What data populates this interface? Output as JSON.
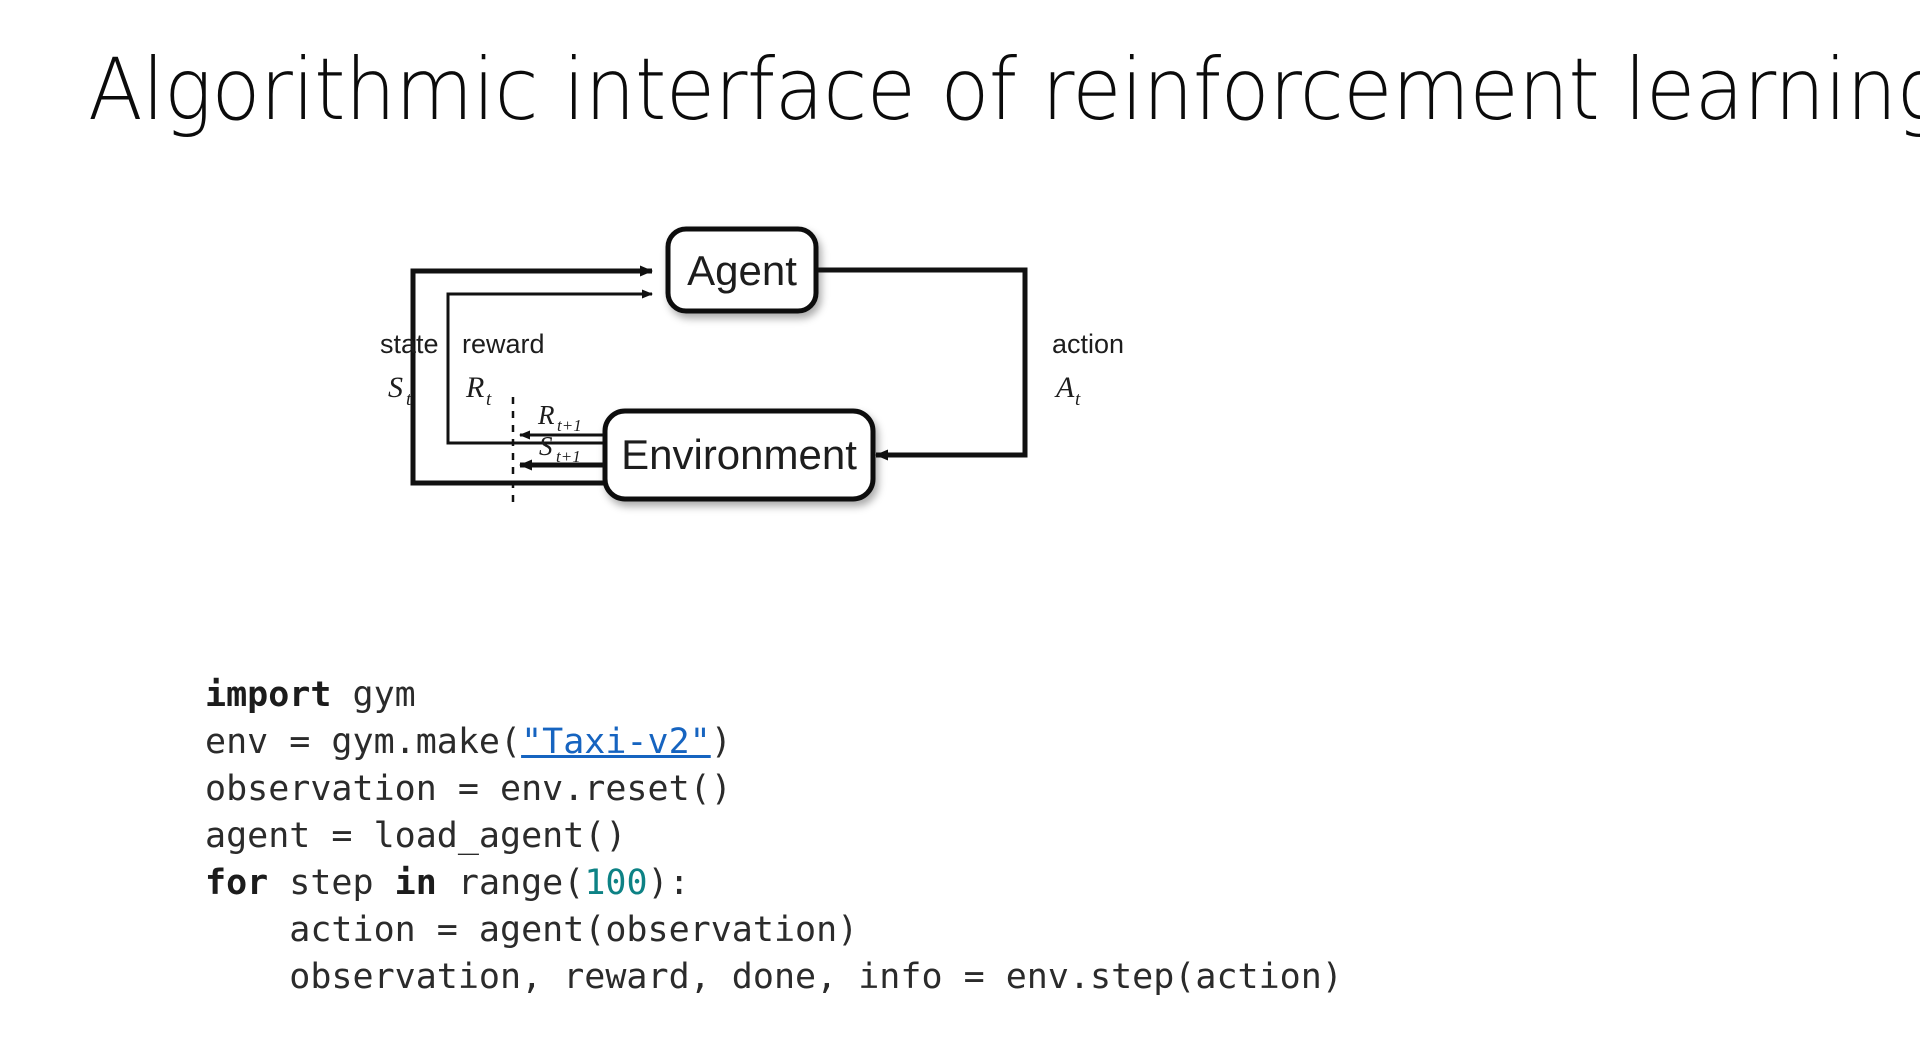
{
  "slide": {
    "title": "Algorithmic interface of reinforcement learning",
    "background_color": "#ffffff",
    "text_color": "#0b0b0b"
  },
  "diagram": {
    "name": "agent-environment-interaction-loop",
    "nodes": [
      {
        "id": "agent",
        "label": "Agent"
      },
      {
        "id": "environment",
        "label": "Environment"
      }
    ],
    "edge_labels": [
      {
        "id": "state",
        "text": "state",
        "symbol": "S",
        "subscript": "t"
      },
      {
        "id": "reward",
        "text": "reward",
        "symbol": "R",
        "subscript": "t"
      },
      {
        "id": "action",
        "text": "action",
        "symbol": "A",
        "subscript": "t"
      },
      {
        "id": "reward-next",
        "text": "",
        "symbol": "R",
        "subscript": "t+1"
      },
      {
        "id": "state-next",
        "text": "",
        "symbol": "S",
        "subscript": "t+1"
      }
    ],
    "stroke_color": "#111111",
    "box_fill": "#ffffff"
  },
  "code": {
    "language": "python",
    "keyword_color": "#1c1c1c",
    "number_color": "#0d8285",
    "link_color": "#1664c0",
    "lines": [
      {
        "indent": 0,
        "tokens": [
          {
            "text": "import",
            "style": "keyword"
          },
          {
            "text": " gym",
            "style": "plain"
          }
        ]
      },
      {
        "indent": 0,
        "tokens": [
          {
            "text": "env = gym.make(",
            "style": "plain"
          },
          {
            "text": "\"Taxi-v2\"",
            "style": "link"
          },
          {
            "text": ")",
            "style": "plain"
          }
        ]
      },
      {
        "indent": 0,
        "tokens": [
          {
            "text": "observation = env.reset()",
            "style": "plain"
          }
        ]
      },
      {
        "indent": 0,
        "tokens": [
          {
            "text": "agent = load_agent()",
            "style": "plain"
          }
        ]
      },
      {
        "indent": 0,
        "tokens": [
          {
            "text": "for",
            "style": "keyword"
          },
          {
            "text": " step ",
            "style": "plain"
          },
          {
            "text": "in",
            "style": "keyword"
          },
          {
            "text": " range(",
            "style": "plain"
          },
          {
            "text": "100",
            "style": "number"
          },
          {
            "text": "):",
            "style": "plain"
          }
        ]
      },
      {
        "indent": 4,
        "tokens": [
          {
            "text": "    action = agent(observation)",
            "style": "plain"
          }
        ]
      },
      {
        "indent": 4,
        "tokens": [
          {
            "text": "    observation, reward, done, info = env.step(action)",
            "style": "plain"
          }
        ]
      }
    ],
    "plain_text": "import gym\nenv = gym.make(\"Taxi-v2\")\nobservation = env.reset()\nagent = load_agent()\nfor step in range(100):\n    action = agent(observation)\n    observation, reward, done, info = env.step(action)"
  }
}
